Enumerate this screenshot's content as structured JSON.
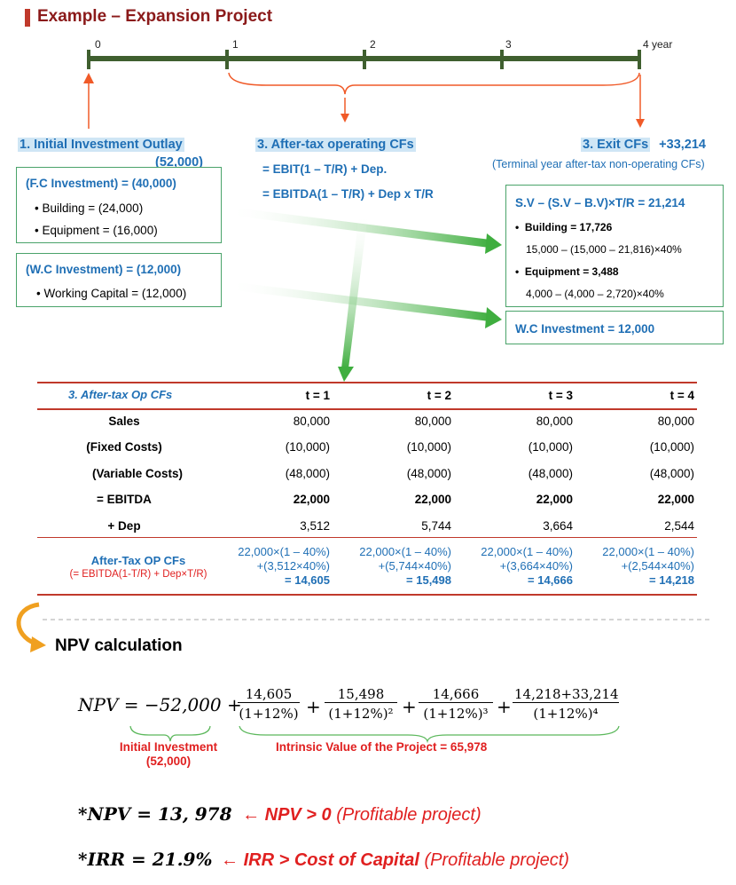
{
  "title": "Example – Expansion Project",
  "timeline": {
    "ticks": [
      "0",
      "1",
      "2",
      "3",
      "4 year"
    ]
  },
  "initial": {
    "header": "1. Initial Investment Outlay",
    "amount": "(52,000)",
    "fc_title": "(F.C Investment) = (40,000)",
    "fc_items": [
      "Building = (24,000)",
      "Equipment = (16,000)"
    ],
    "wc_title": "(W.C Investment) = (12,000)",
    "wc_items": [
      "Working Capital = (12,000)"
    ]
  },
  "operating": {
    "header": "3. After-tax operating CFs",
    "formula1": "= EBIT(1 – T/R) + Dep.",
    "formula2": "= EBITDA(1 – T/R) + Dep x T/R"
  },
  "exit": {
    "header": "3. Exit CFs",
    "amount": "+33,214",
    "subtitle": "(Terminal year after-tax non-operating CFs)",
    "sv_title": "S.V – (S.V – B.V)×T/R = 21,214",
    "building_label": "Building = 17,726",
    "building_calc": "15,000 – (15,000 – 21,816)×40%",
    "equipment_label": "Equipment = 3,488",
    "equipment_calc": "4,000 – (4,000 – 2,720)×40%",
    "wc": "W.C Investment = 12,000"
  },
  "table": {
    "header_label": "3. After-tax Op CFs",
    "periods": [
      "t = 1",
      "t = 2",
      "t = 3",
      "t = 4"
    ],
    "rows": [
      {
        "label": "Sales",
        "values": [
          "80,000",
          "80,000",
          "80,000",
          "80,000"
        ],
        "bold": false
      },
      {
        "label": "(Fixed Costs)",
        "values": [
          "(10,000)",
          "(10,000)",
          "(10,000)",
          "(10,000)"
        ],
        "bold": false
      },
      {
        "label": "(Variable Costs)",
        "values": [
          "(48,000)",
          "(48,000)",
          "(48,000)",
          "(48,000)"
        ],
        "bold": false
      },
      {
        "label": "= EBITDA",
        "values": [
          "22,000",
          "22,000",
          "22,000",
          "22,000"
        ],
        "bold": true
      },
      {
        "label": "+ Dep",
        "values": [
          "3,512",
          "5,744",
          "3,664",
          "2,544"
        ],
        "bold": false
      }
    ],
    "cf_label": "After-Tax OP CFs",
    "cf_sublabel": "(= EBITDA(1-T/R) + Dep×T/R)",
    "cf": [
      {
        "line1": "22,000×(1 – 40%)",
        "line2": "+(3,512×40%)",
        "total": "= 14,605"
      },
      {
        "line1": "22,000×(1 – 40%)",
        "line2": "+(5,744×40%)",
        "total": "= 15,498"
      },
      {
        "line1": "22,000×(1 – 40%)",
        "line2": "+(3,664×40%)",
        "total": "= 14,666"
      },
      {
        "line1": "22,000×(1 – 40%)",
        "line2": "+(2,544×40%)",
        "total": "= 14,218"
      }
    ]
  },
  "npv": {
    "heading": "NPV calculation",
    "lhs": "NPV = −52,000 +",
    "terms": [
      {
        "num": "14,605",
        "den": "(1+12%)"
      },
      {
        "num": "15,498",
        "den": "(1+12%)²"
      },
      {
        "num": "14,666",
        "den": "(1+12%)³"
      },
      {
        "num": "14,218+33,214",
        "den": "(1+12%)⁴"
      }
    ],
    "plus": "+",
    "initial_label": "Initial Investment",
    "initial_value": "(52,000)",
    "intrinsic_label": "Intrinsic Value of the Project = 65,978",
    "npv_result": "*NPV = 13, 978",
    "npv_arrow": "←",
    "npv_claim": "NPV > 0",
    "npv_note": "(Profitable project)",
    "irr_result": "*IRR = 21.9%",
    "irr_arrow": "←",
    "irr_claim": "IRR > Cost of Capital",
    "irr_note": "(Profitable project)"
  }
}
